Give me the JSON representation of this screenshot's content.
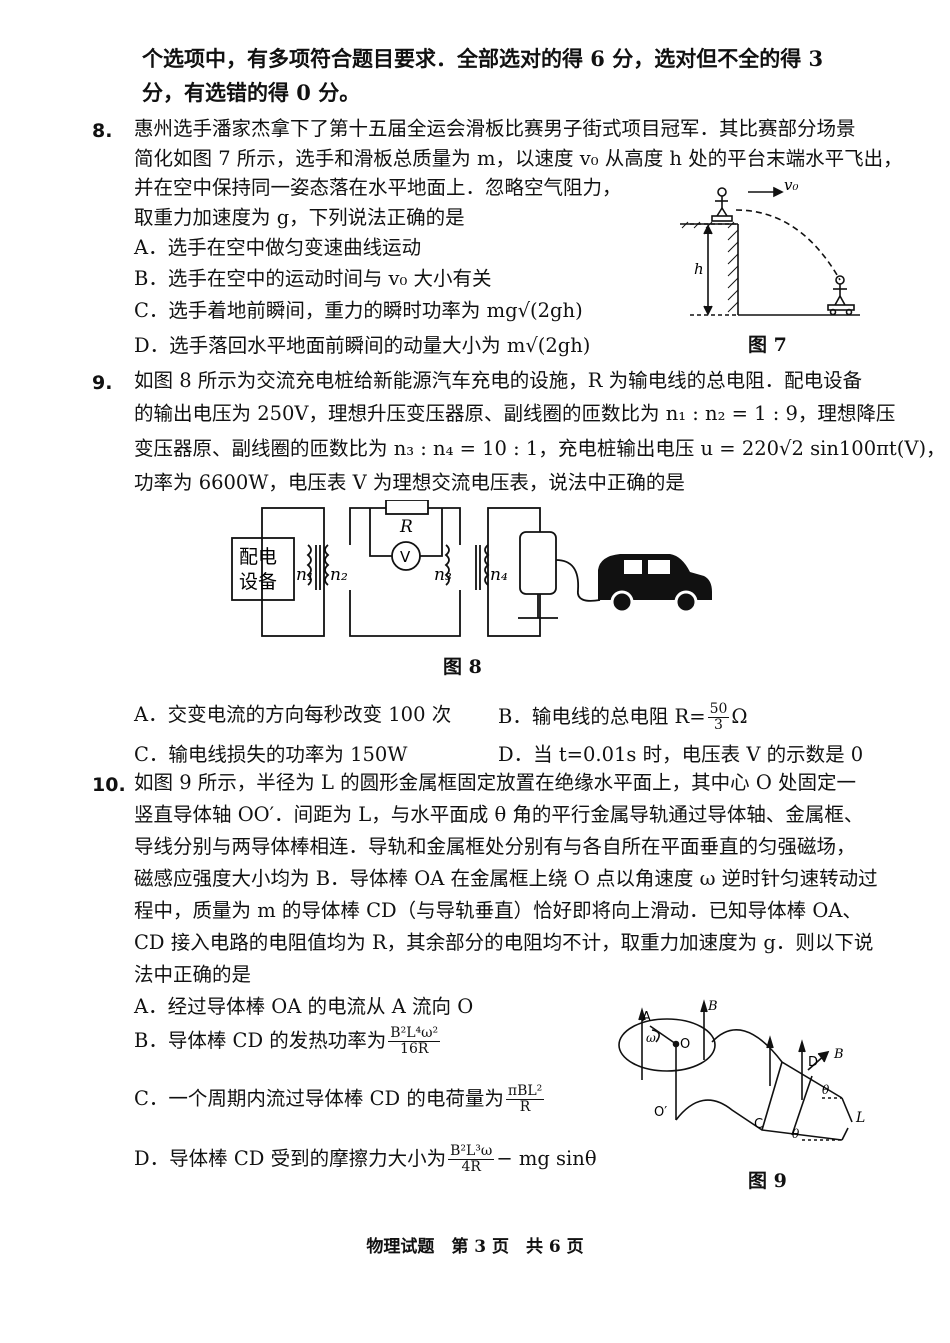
{
  "header": {
    "line1": "个选项中，有多项符合题目要求．全部选对的得 6 分，选对但不全的得 3",
    "line2": "分，有选错的得 0 分。"
  },
  "q8": {
    "num": "8.",
    "stem": [
      "惠州选手潘家杰拿下了第十五届全运会滑板比赛男子街式项目冠军．其比赛部分场景",
      "简化如图 7 所示，选手和滑板总质量为 m，以速度 v₀ 从高度 h 处的平台末端水平飞出，",
      "并在空中保持同一姿态落在水平地面上．忽略空气阻力，",
      "取重力加速度为 g，下列说法正确的是"
    ],
    "options": [
      "A．选手在空中做匀变速曲线运动",
      "B．选手在空中的运动时间与 v₀ 大小有关",
      "C．选手着地前瞬间，重力的瞬时功率为 mg√(2gh)",
      "D．选手落回水平地面前瞬间的动量大小为 m√(2gh)"
    ],
    "figure": {
      "caption": "图 7",
      "v_label": "v₀",
      "h_label": "h"
    }
  },
  "q9": {
    "num": "9.",
    "stem": [
      "如图 8 所示为交流充电桩给新能源汽车充电的设施，R 为输电线的总电阻．配电设备",
      "的输出电压为 250V，理想升压变压器原、副线圈的匝数比为 n₁ : n₂ = 1 : 9，理想降压",
      "变压器原、副线圈的匝数比为 n₃ : n₄ = 10 : 1，充电桩输出电压 u = 220√2 sin100πt(V)，",
      "功率为 6600W，电压表 V 为理想交流电压表，说法中正确的是"
    ],
    "figure": {
      "caption": "图 8",
      "device_line1": "配电",
      "device_line2": "设备",
      "R": "R",
      "V": "V",
      "n1": "n₁",
      "n2": "n₂",
      "n3": "n₃",
      "n4": "n₄"
    },
    "optA": "A．交变电流的方向每秒改变 100 次",
    "optB_pre": "B．输电线的总电阻 R=",
    "optB_num": "50",
    "optB_den": "3",
    "optB_post": "Ω",
    "optC": "C．输电线损失的功率为 150W",
    "optD": "D．当 t=0.01s 时，电压表 V 的示数是 0"
  },
  "q10": {
    "num": "10.",
    "stem": [
      "如图 9 所示，半径为 L 的圆形金属框固定放置在绝缘水平面上，其中心 O 处固定一",
      "竖直导体轴 OO′．间距为 L，与水平面成 θ 角的平行金属导轨通过导体轴、金属框、",
      "导线分别与两导体棒相连．导轨和金属框处分别有与各自所在平面垂直的匀强磁场，",
      "磁感应强度大小均为 B．导体棒 OA 在金属框上绕 O 点以角速度 ω 逆时针匀速转动过",
      "程中，质量为 m 的导体棒 CD（与导轨垂直）恰好即将向上滑动．已知导体棒 OA、",
      "CD 接入电路的电阻值均为 R，其余部分的电阻均不计，取重力加速度为 g．则以下说",
      "法中正确的是"
    ],
    "optA": "A．经过导体棒 OA 的电流从 A 流向 O",
    "optB_pre": "B．导体棒 CD 的发热功率为",
    "optB_num": "B²L⁴ω²",
    "optB_den": "16R",
    "optC_pre": "C．一个周期内流过导体棒 CD 的电荷量为",
    "optC_num": "πBL²",
    "optC_den": "R",
    "optD_pre": "D．导体棒 CD 受到的摩擦力大小为",
    "optD_num": "B²L³ω",
    "optD_den": "4R",
    "optD_post": "− mg sinθ",
    "figure": {
      "caption": "图 9",
      "A": "A",
      "B": "B",
      "O": "O",
      "O2": "O′",
      "w": "ω",
      "C": "C",
      "D": "D",
      "theta": "θ",
      "L": "L",
      "B2": "B"
    }
  },
  "footer": "物理试题　第 3 页　共 6 页"
}
